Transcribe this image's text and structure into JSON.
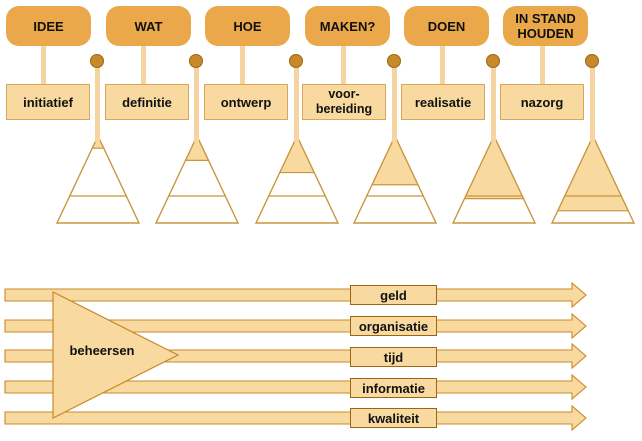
{
  "colors": {
    "header": "#eaa84b",
    "box": "#f8d99f",
    "stem": "#f6d4a2",
    "knob": "#c88a28",
    "outline": "#c8963c"
  },
  "phases": [
    {
      "header": "IDEE",
      "label": "initiatief",
      "fill": 0.14
    },
    {
      "header": "WAT",
      "label": "definitie",
      "fill": 0.28
    },
    {
      "header": "HOE",
      "label": "ontwerp",
      "fill": 0.42
    },
    {
      "header": "MAKEN?",
      "label": "voor-\nbereiding",
      "fill": 0.56
    },
    {
      "header": "DOEN",
      "label": "realisatie",
      "fill": 0.72
    },
    {
      "header": "IN STAND\nHOUDEN",
      "label": "nazorg",
      "fill": 0.86
    }
  ],
  "manage": {
    "center": "beheersen",
    "arrows": [
      "geld",
      "organisatie",
      "tijd",
      "informatie",
      "kwaliteit"
    ]
  }
}
